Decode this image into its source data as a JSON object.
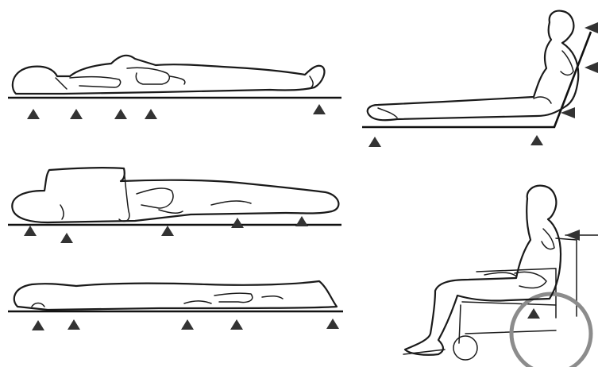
{
  "figure": {
    "panels": [
      {
        "id": "supine",
        "pressure_point_count": 5
      },
      {
        "id": "side-lying",
        "pressure_point_count": 5
      },
      {
        "id": "prone",
        "pressure_point_count": 5
      },
      {
        "id": "long-sitting-in-bed",
        "pressure_point_count": 2,
        "side_arrow_count": 3
      },
      {
        "id": "wheelchair-sitting",
        "pressure_point_count": 1,
        "side_arrow_count": 1
      }
    ],
    "colors": {
      "ink": "#1a1a1a",
      "pressure_marker": "#333333",
      "wheel": "#8c8c8c",
      "background": "#ffffff"
    },
    "icons": {
      "pressure_marker": "filled-triangle",
      "side_pressure": "arrowhead"
    }
  }
}
